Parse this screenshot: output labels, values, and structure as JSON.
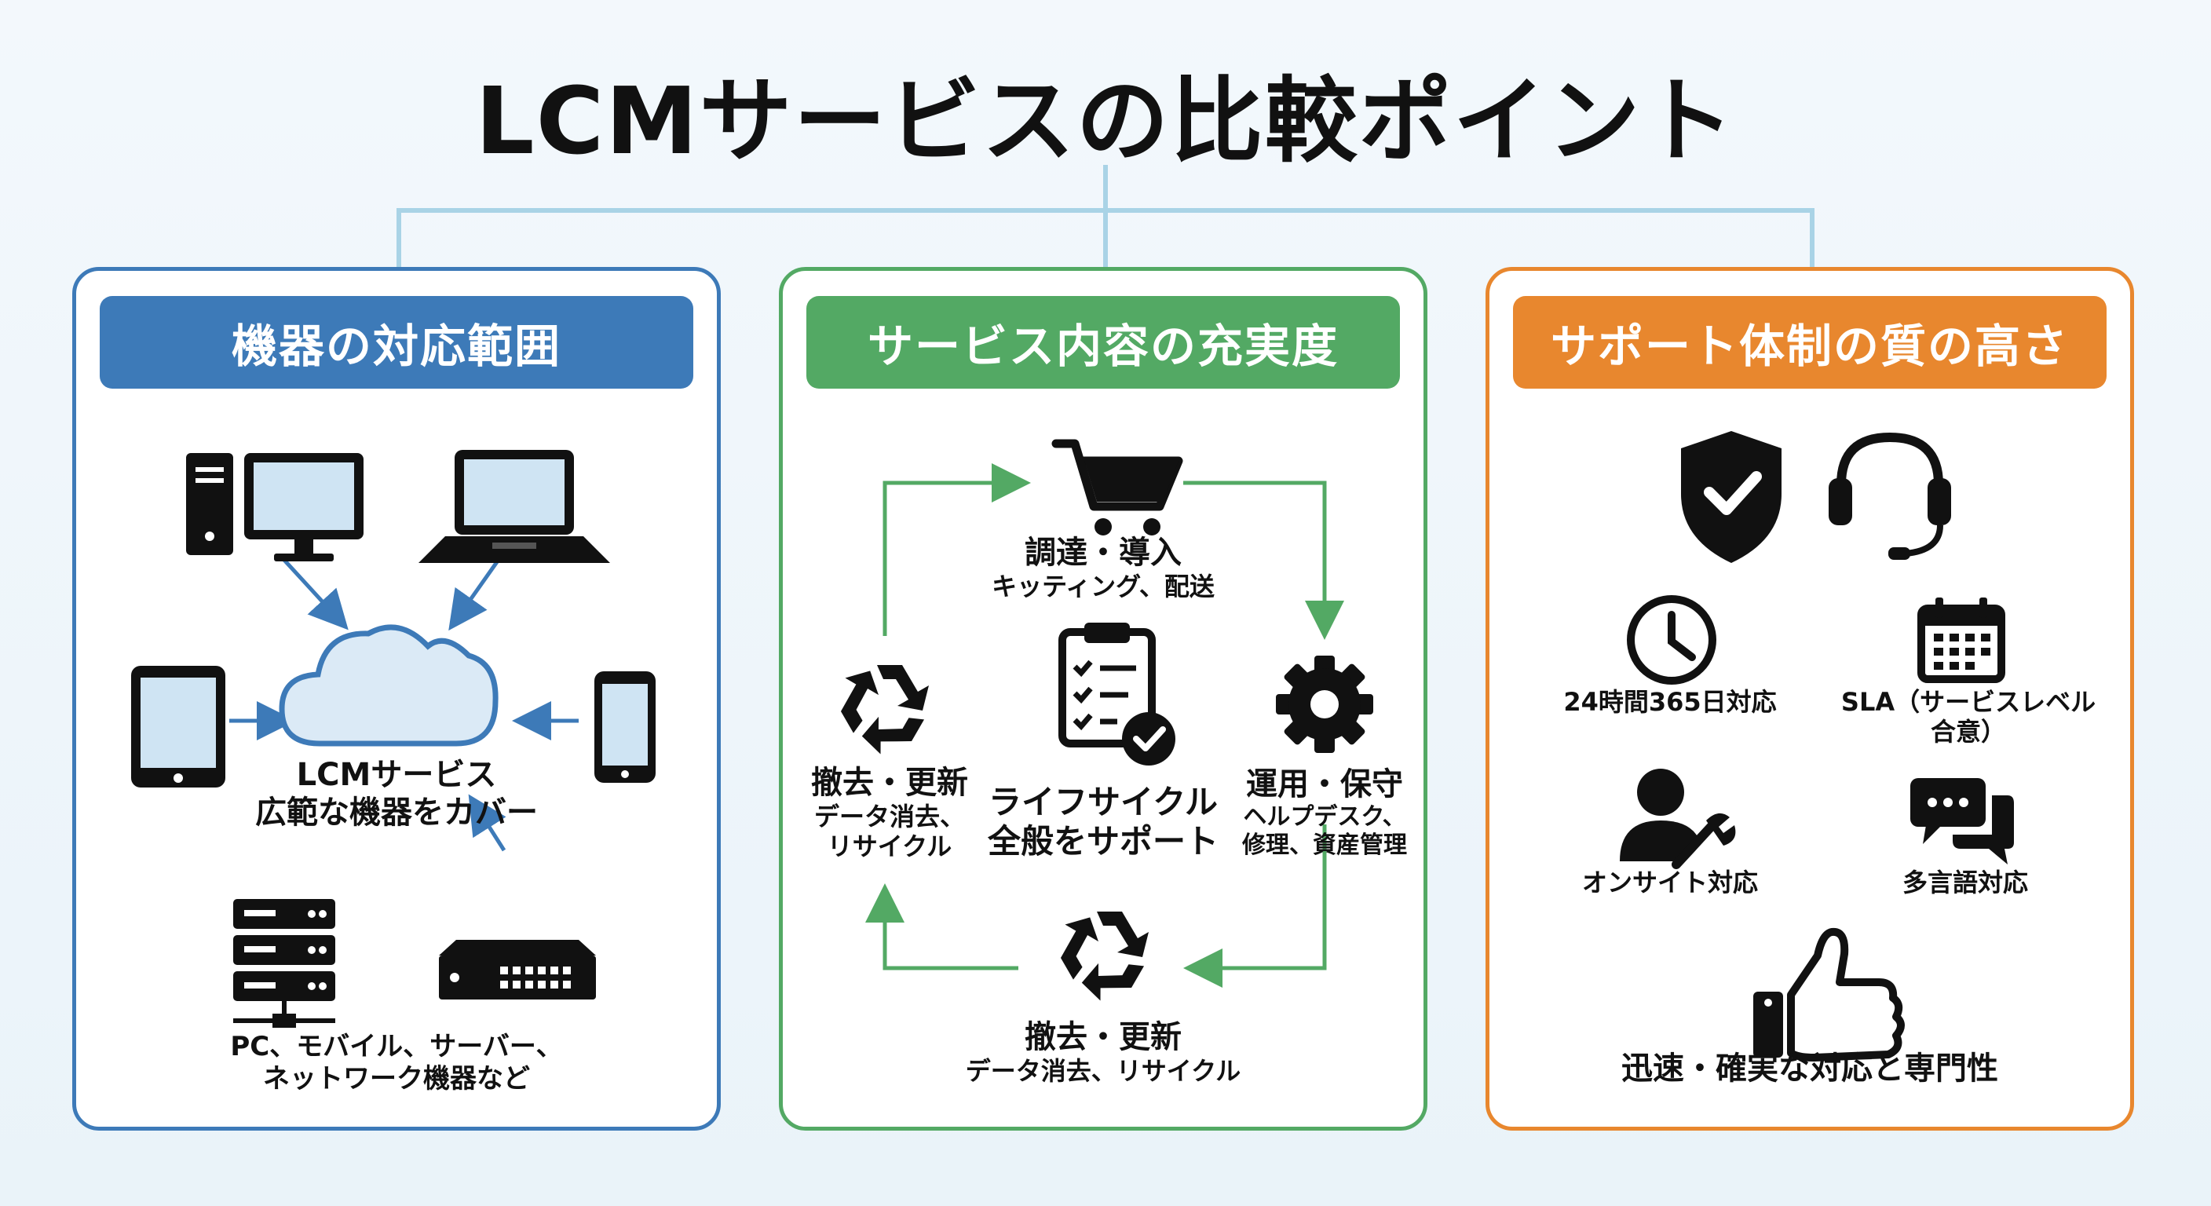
{
  "title": "LCMサービスの比較ポイント",
  "colors": {
    "blue": "#3d7ab8",
    "green": "#53a964",
    "orange": "#e8872e",
    "tree": "#a9d3e6"
  },
  "panels": [
    {
      "header": "機器の対応範囲",
      "center_label_1": "LCMサービス",
      "center_label_2": "広範な機器をカバー",
      "bottom_label_1": "PC、モバイル、サーバー、",
      "bottom_label_2": "ネットワーク機器など",
      "icons": [
        "desktop-icon",
        "laptop-icon",
        "tablet-icon",
        "smartphone-icon",
        "server-icon",
        "network-switch-icon",
        "cloud-icon"
      ]
    },
    {
      "header": "サービス内容の充実度",
      "center_label_1": "ライフサイクル",
      "center_label_2": "全般をサポート",
      "steps": [
        {
          "title": "調達・導入",
          "sub": "キッティング、配送",
          "icon": "cart-icon"
        },
        {
          "title": "運用・保守",
          "sub1": "ヘルプデスク、",
          "sub2": "修理、資産管理",
          "icon": "gear-icon"
        },
        {
          "title": "撤去・更新",
          "sub": "データ消去、リサイクル",
          "icon": "recycle-icon"
        },
        {
          "title": "撤去・更新",
          "sub1": "データ消去、",
          "sub2": "リサイクル",
          "icon": "recycle-icon"
        }
      ]
    },
    {
      "header": "サポート体制の質の高さ",
      "items": [
        {
          "label": "24時間365日対応",
          "icon": "clock-icon"
        },
        {
          "label1": "SLA（サービスレベル",
          "label2": "合意）",
          "icon": "calendar-icon"
        },
        {
          "label": "オンサイト対応",
          "icon": "technician-icon"
        },
        {
          "label": "多言語対応",
          "icon": "chat-icon"
        },
        {
          "label": "迅速・確実な対応と専門性",
          "icon": "thumbs-up-icon"
        }
      ]
    }
  ]
}
